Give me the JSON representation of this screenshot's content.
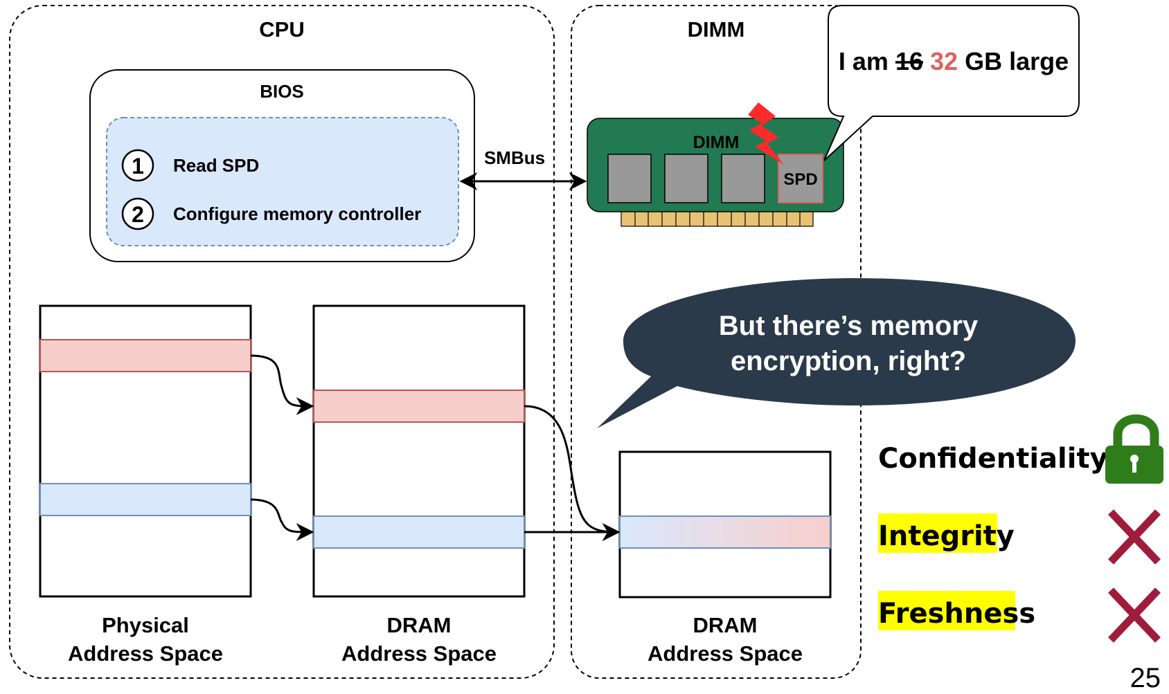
{
  "colors": {
    "pink_fill": "#f8cecc",
    "pink_stroke": "#b85450",
    "blue_fill": "#dae8fc",
    "blue_stroke": "#6c8ebf",
    "dimm_green": "#217a52",
    "chip_grey": "#999999",
    "pin_yellow": "#e8c173",
    "lightning_red": "#ff2a2a",
    "bubble_dark": "#2a3a4a",
    "lock_green": "#2e7d1a",
    "cross_red": "#a01c3c",
    "highlight_yellow": "#ffff00",
    "new_size_red": "#e06060"
  },
  "cpu": {
    "title": "CPU",
    "bios": {
      "title": "BIOS",
      "steps": [
        {
          "num": "1",
          "text": "Read SPD"
        },
        {
          "num": "2",
          "text": "Configure memory controller"
        }
      ]
    },
    "spaces": [
      {
        "line1": "Physical",
        "line2": "Address Space"
      },
      {
        "line1": "DRAM",
        "line2": "Address Space"
      }
    ]
  },
  "smbus_label": "SMBus",
  "dimm": {
    "title": "DIMM",
    "module_label": "DIMM",
    "spd_label": "SPD",
    "space": {
      "line1": "DRAM",
      "line2": "Address Space"
    }
  },
  "callout": {
    "prefix": "I am",
    "old_size": "16",
    "new_size": "32",
    "suffix": "GB large"
  },
  "question": {
    "line1": "But there’s memory",
    "line2": "encryption, right?"
  },
  "properties": [
    {
      "name": "Confidentiality",
      "status_icon": "lock-icon",
      "highlight": false
    },
    {
      "name": "Integrity",
      "status_icon": "cross-icon",
      "highlight": true
    },
    {
      "name": "Freshness",
      "status_icon": "cross-icon",
      "highlight": true
    }
  ],
  "page_number": "25"
}
